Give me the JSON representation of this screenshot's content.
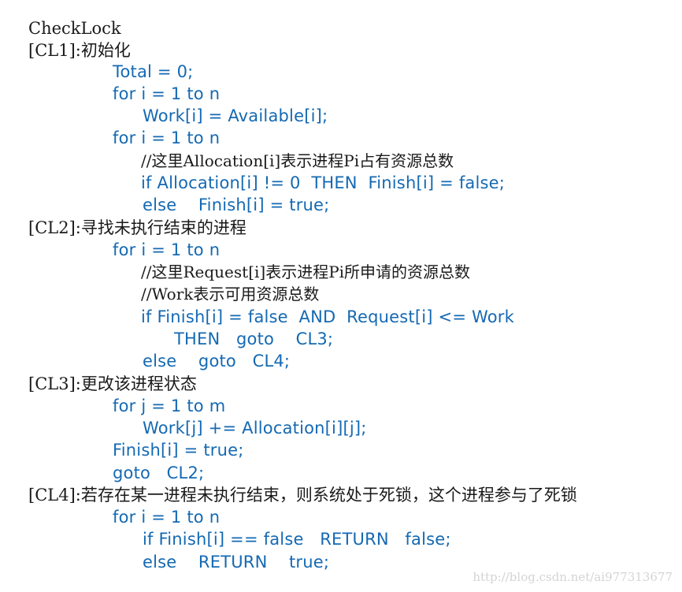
{
  "title": "CheckLock",
  "steps": {
    "cl1": "[CL1]:初始化",
    "cl2": "[CL2]:寻找未执行结束的进程",
    "cl3": "[CL3]:更改该进程状态",
    "cl4": "[CL4]:若存在某一进程未执行结束，则系统处于死锁，这个进程参与了死锁"
  },
  "code": {
    "l1": "Total = 0;",
    "l2": "for i = 1 to n",
    "l3": "Work[i] = Available[i];",
    "l4": "for i = 1 to n",
    "c1": "//这里Allocation[i]表示进程Pi占有资源总数",
    "l5": "if Allocation[i] != 0  THEN  Finish[i] = false;",
    "l6": "else    Finish[i] = true;",
    "l7": "for i = 1 to n",
    "c2": "//这里Request[i]表示进程Pi所申请的资源总数",
    "c3": "//Work表示可用资源总数",
    "l8": "if Finish[i] = false  AND  Request[i] <= Work",
    "l9": "THEN   goto    CL3;",
    "l10": "else    goto   CL4;",
    "l11": "for j = 1 to m",
    "l12": "Work[j] += Allocation[i][j];",
    "l13": "Finish[i] = true;",
    "l14": "goto   CL2;",
    "l15": "for i = 1 to n",
    "l16": "if Finish[i] == false   RETURN   false;",
    "l17": "else    RETURN    true;"
  },
  "watermark": "http://blog.csdn.net/ai977313677",
  "colors": {
    "code": "#1469b3",
    "text": "#1a1a1a"
  }
}
